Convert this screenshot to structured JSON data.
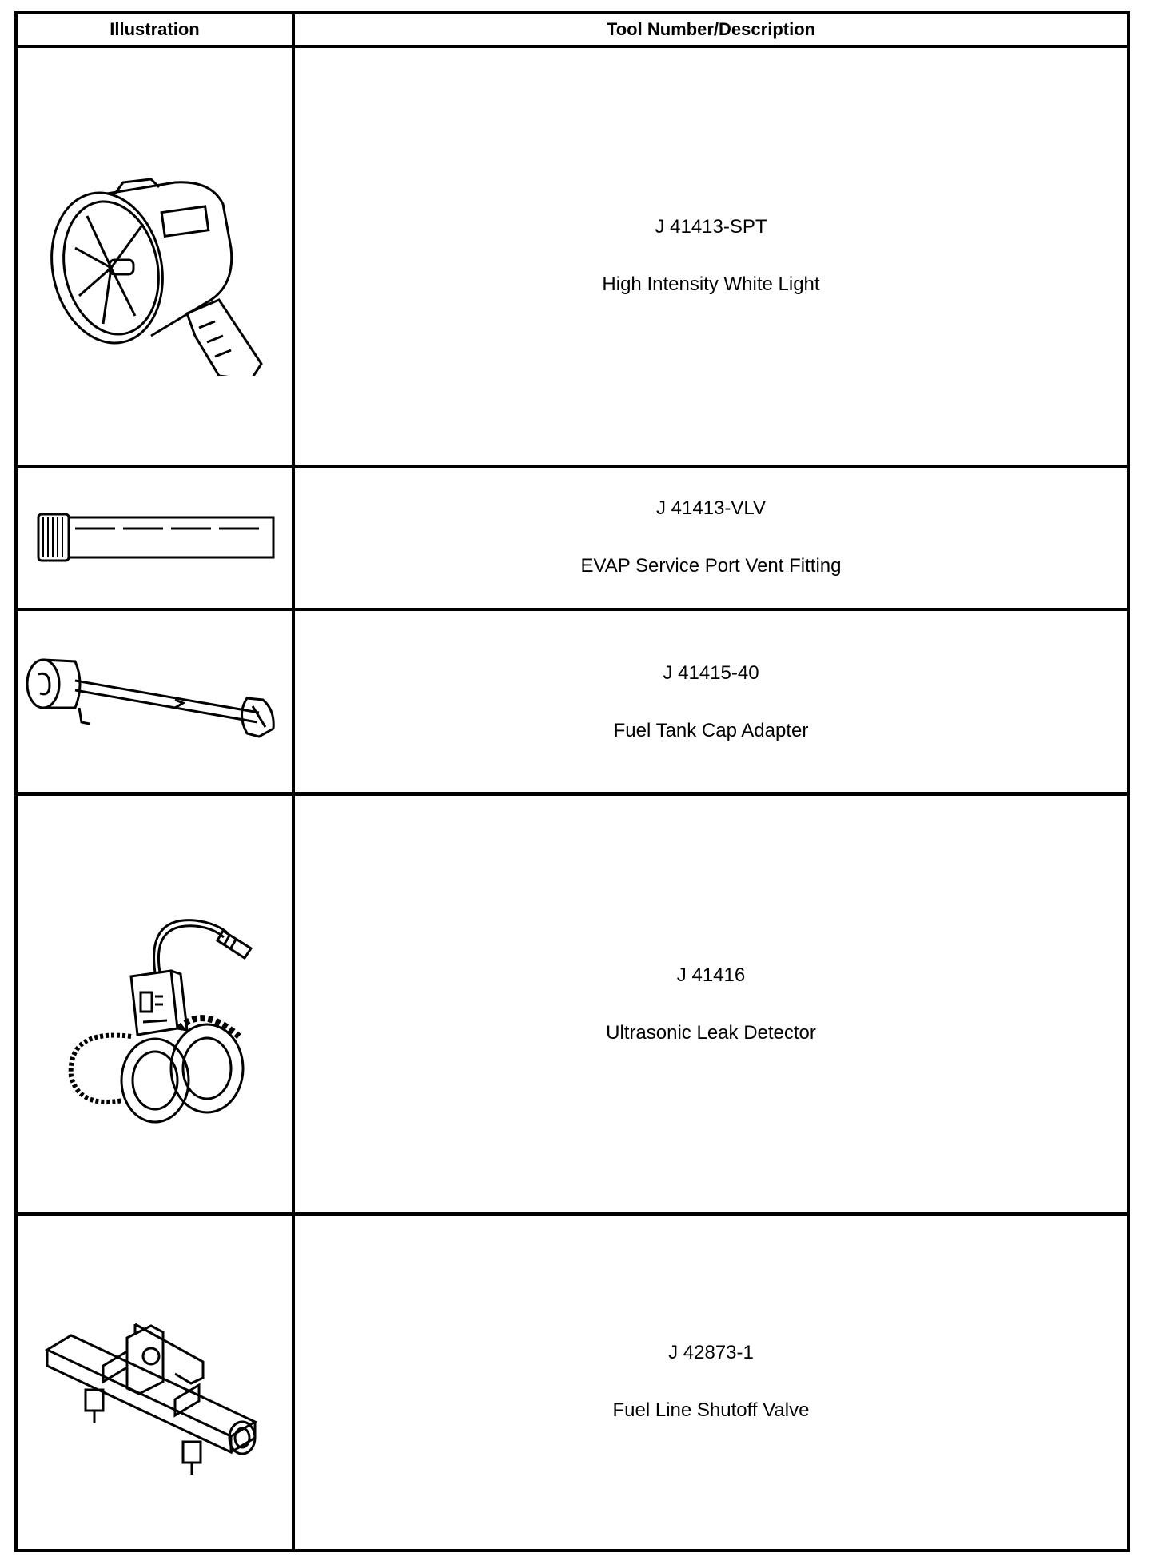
{
  "table": {
    "headers": {
      "illustration": "Illustration",
      "tool": "Tool Number/Description"
    },
    "rows": [
      {
        "number": "J 41413-SPT",
        "description": "High Intensity White Light",
        "icon": "spotlight-icon"
      },
      {
        "number": "J 41413-VLV",
        "description": "EVAP Service Port Vent Fitting",
        "icon": "vent-fitting-icon"
      },
      {
        "number": "J 41415-40",
        "description": "Fuel Tank Cap Adapter",
        "icon": "cap-adapter-icon"
      },
      {
        "number": "J 41416",
        "description": "Ultrasonic Leak Detector",
        "icon": "leak-detector-icon"
      },
      {
        "number": "J 42873-1",
        "description": "Fuel Line Shutoff Valve",
        "icon": "shutoff-valve-icon"
      }
    ]
  }
}
